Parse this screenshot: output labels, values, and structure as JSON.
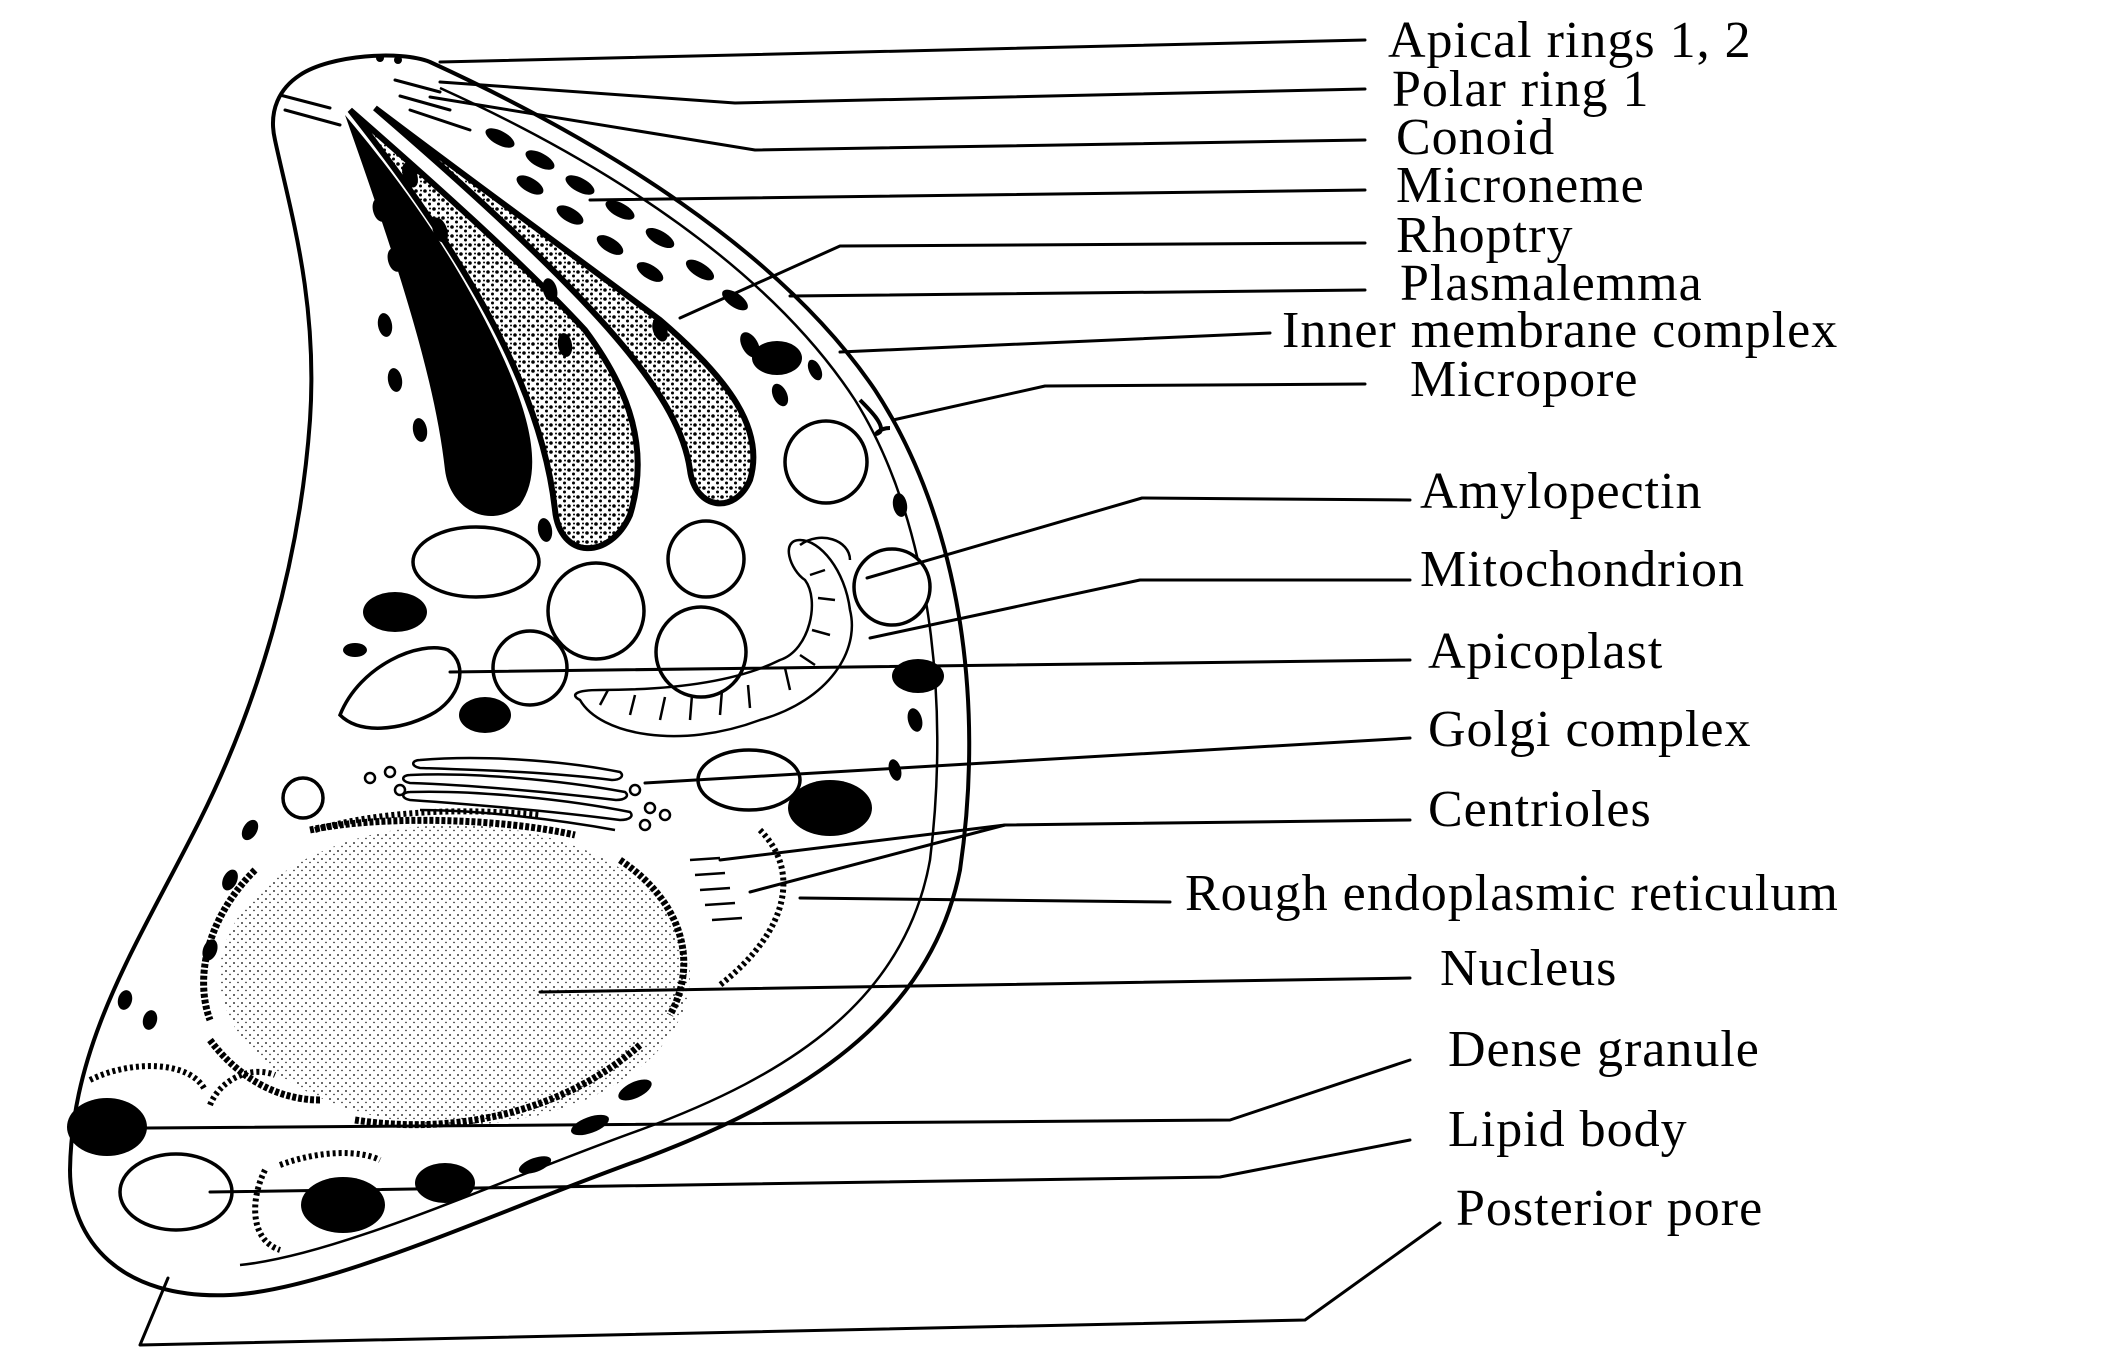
{
  "labels": {
    "apical_rings": "Apical rings 1, 2",
    "polar_ring": "Polar ring 1",
    "conoid": "Conoid",
    "microneme": "Microneme",
    "rhoptry": "Rhoptry",
    "plasmalemma": "Plasmalemma",
    "inner_membrane_complex": "Inner membrane complex",
    "micropore": "Micropore",
    "amylopectin": "Amylopectin",
    "mitochondrion": "Mitochondrion",
    "apicoplast": "Apicoplast",
    "golgi_complex": "Golgi complex",
    "centrioles": "Centrioles",
    "rough_er": "Rough endoplasmic reticulum",
    "nucleus": "Nucleus",
    "dense_granule": "Dense granule",
    "lipid_body": "Lipid body",
    "posterior_pore": "Posterior pore"
  }
}
